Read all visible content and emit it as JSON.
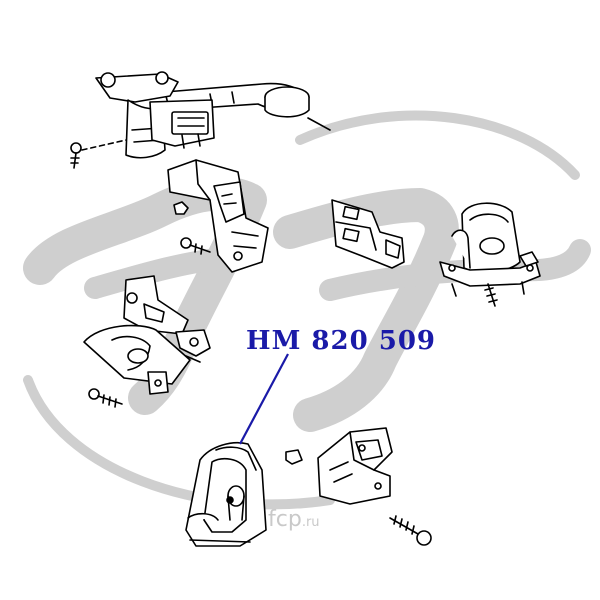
{
  "callout": {
    "part_number": "HM 820 509",
    "color": "#1a1aa8"
  },
  "watermark": {
    "site": "fcp",
    "tld": ".ru",
    "color": "#c9c9c9"
  },
  "parts": [
    {
      "name": "upper-mount-bracket-assembly",
      "icon": "mount-bracket-icon"
    },
    {
      "name": "front-mount-bracket",
      "icon": "bracket-icon"
    },
    {
      "name": "small-side-bracket",
      "icon": "bracket-icon"
    },
    {
      "name": "right-engine-mount",
      "icon": "engine-mount-icon"
    },
    {
      "name": "left-engine-mount",
      "icon": "engine-mount-icon"
    },
    {
      "name": "rear-engine-mount",
      "icon": "engine-mount-icon"
    },
    {
      "name": "rear-mount-bracket",
      "icon": "bracket-icon"
    }
  ]
}
